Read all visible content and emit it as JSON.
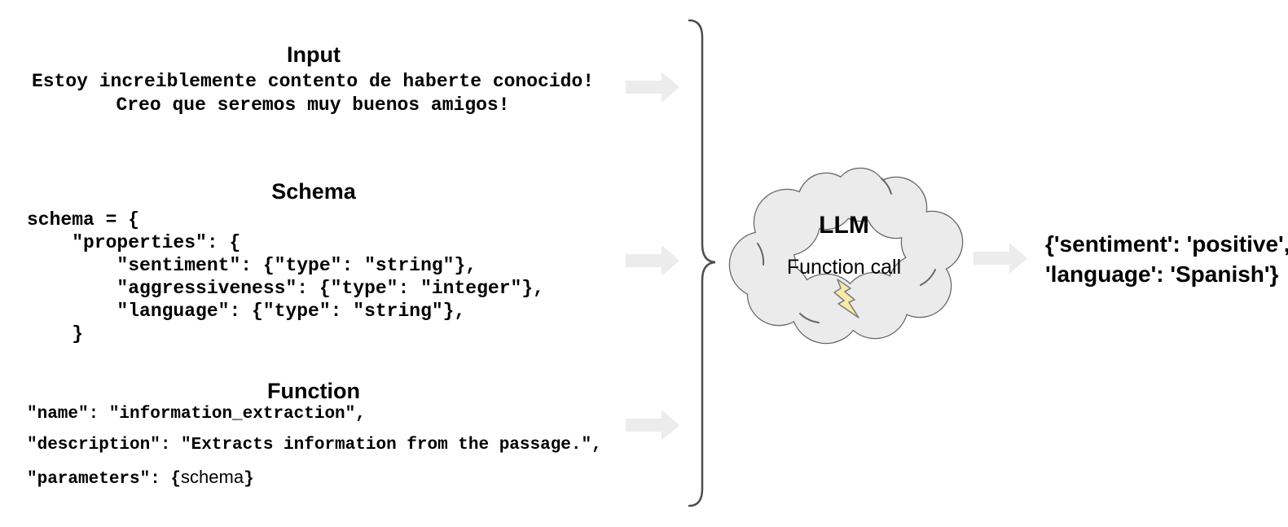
{
  "colors": {
    "background": "#ffffff",
    "text": "#000000",
    "arrow_fill": "#ececec",
    "brace_stroke": "#4d4d4d",
    "cloud_fill": "#ebebeb",
    "cloud_stroke": "#666666",
    "bolt_fill": "#f7e9a8",
    "bolt_stroke": "#808080"
  },
  "input_section": {
    "title": "Input",
    "lines": [
      "Estoy increiblemente contento de haberte conocido!",
      "Creo que seremos muy buenos amigos!"
    ]
  },
  "schema_section": {
    "title": "Schema",
    "code_lines": [
      "schema = {",
      "    \"properties\": {",
      "        \"sentiment\": {\"type\": \"string\"},",
      "        \"aggressiveness\": {\"type\": \"integer\"},",
      "        \"language\": {\"type\": \"string\"},",
      "    }"
    ]
  },
  "function_section": {
    "title": "Function",
    "line_name": "\"name\": \"information_extraction\",",
    "line_description": "\"description\": \"Extracts information from the passage.\",",
    "line_parameters_prefix": "\"parameters\": {",
    "line_parameters_var": "schema",
    "line_parameters_suffix": "}"
  },
  "llm_cloud": {
    "title": "LLM",
    "subtitle": "Function call",
    "icon": "lightning-bolt"
  },
  "output": {
    "lines": [
      "{'sentiment': 'positive',",
      "'language': 'Spanish'}"
    ]
  }
}
